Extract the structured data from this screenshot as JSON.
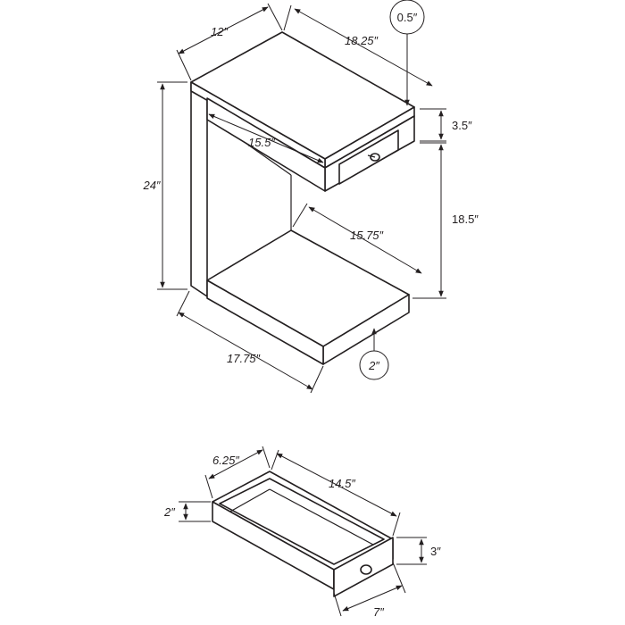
{
  "table": {
    "dims": {
      "depth": "12″",
      "width": "18.25″",
      "top_thickness": "0.5″",
      "drawer_face": "3.5″",
      "drawer_opening": "15.5″",
      "height": "24″",
      "clearance": "18.5″",
      "shelf_width": "15.75″",
      "base_length": "17.75″",
      "base_thickness": "2″"
    }
  },
  "drawer": {
    "dims": {
      "depth": "6.25″",
      "length": "14.5″",
      "inner_height": "2″",
      "face_height": "3″",
      "face_width": "7″"
    }
  },
  "colors": {
    "line": "#231f20",
    "background": "#ffffff"
  }
}
